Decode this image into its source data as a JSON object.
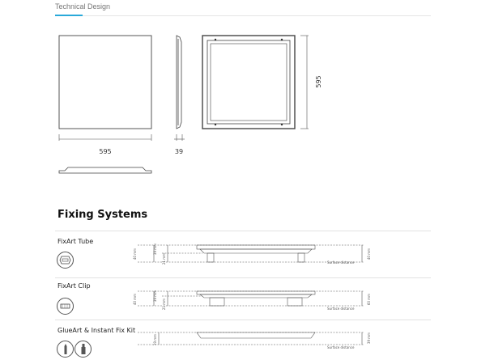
{
  "tab": {
    "label": "Technical Design"
  },
  "drawing": {
    "width_label": "595",
    "depth_label": "39",
    "height_label": "595"
  },
  "section": {
    "title": "Fixing Systems"
  },
  "fixing": [
    {
      "name": "FixArt Tube",
      "dims": {
        "left_total": "40 mm",
        "panel": "39 mm",
        "gap": "21 mm",
        "right_total": "40 mm",
        "surface": "Surface distance"
      },
      "icon": "tube-icon"
    },
    {
      "name": "FixArt Clip",
      "dims": {
        "left_total": "40 mm",
        "panel": "39 mm",
        "gap": "21 mm",
        "right_total": "60 mm",
        "surface": "Surface distance"
      },
      "icon": "clip-icon"
    },
    {
      "name": "GlueArt & Instant Fix Kit",
      "dims": {
        "left_total": "19 mm",
        "right_total": "39 mm",
        "surface": "Surface distance"
      },
      "icons": [
        "glue-tube-icon",
        "glue-bottle-icon"
      ]
    }
  ]
}
